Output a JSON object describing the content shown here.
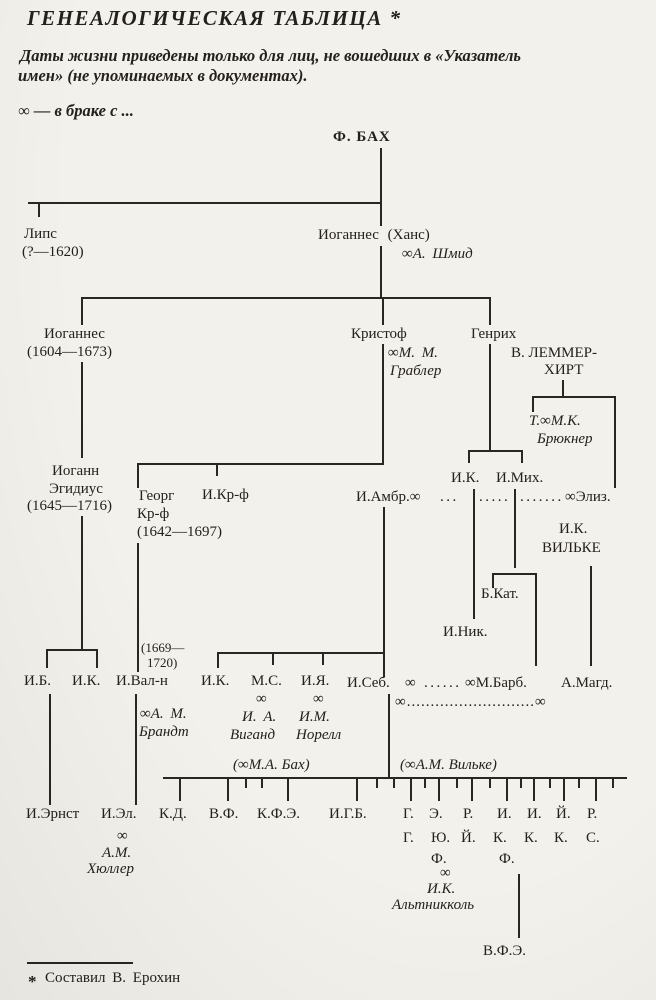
{
  "header": {
    "title": "ГЕНЕАЛОГИЧЕСКАЯ ТАБЛИЦА *",
    "note1": "Даты жизни приведены только для лиц, не вошедших в «Указатель",
    "note2": "имен» (не упоминаемых в документах).",
    "legend": "∞ — в браке с ..."
  },
  "gen0": {
    "root": "Ф. БАХ"
  },
  "gen1": {
    "lips_name": "Липс",
    "lips_dates": "(?—1620)",
    "johannes_name": "Иоганнес (Ханс)",
    "johannes_spouse": "∞А. Шмид"
  },
  "gen2": {
    "johannes_name": "Иоганнес",
    "johannes_dates": "(1604—1673)",
    "christoph_name": "Кристоф",
    "christoph_spouse1": "∞М. М.",
    "christoph_spouse2": "Граблер",
    "heinrich_name": "Генрих",
    "lemmerhirt1": "В. ЛЕММЕР-",
    "lemmerhirt2": "ХИРТ"
  },
  "gen3": {
    "aegidius1": "Иоганн",
    "aegidius2": "Эгидиус",
    "aegidius3": "(1645—1716)",
    "georg1": "Георг",
    "georg2": "Кр-ф",
    "georg3": "(1642—1697)",
    "ikrf": "И.Кр-ф",
    "ambrosius": "И.Амбр.∞",
    "dots_a": "...",
    "dots_b": ".....",
    "dots_c": ".......",
    "ik": "И.К.",
    "imich": "И.Мих.",
    "eliz": "∞Элиз.",
    "bruckner1": "Т.∞М.К.",
    "bruckner2": "Брюкнер",
    "wilcke1": "И.К.",
    "wilcke2": "ВИЛЬКЕ"
  },
  "gen4": {
    "bkat": "Б.Кат.",
    "inik": "И.Ник.",
    "valentin_dates1": "(1669—",
    "valentin_dates2": "1720)",
    "ib": "И.Б.",
    "ik": "И.К.",
    "ivaln": "И.Вал-н",
    "ik2": "И.К.",
    "ms": "М.С.",
    "iya": "И.Я.",
    "iseb": "И.Себ.",
    "iseb_inf": "∞",
    "dots": "......",
    "mbarb": "∞М.Барб.",
    "amagd": "А.Магд.",
    "ms_inf": "∞",
    "iya_inf": "∞",
    "marriage2": "∞...........................∞",
    "brandt1": "∞А. М.",
    "brandt2": "Брандт",
    "wiegand1": "И. А.",
    "wiegand2": "Виганд",
    "norell1": "И.М.",
    "norell2": "Норелл",
    "m1": "(∞М.А. Бах)",
    "m2": "(∞А.М. Вильке)"
  },
  "gen5": {
    "iernst": "И.Эрнст",
    "iel": "И.Эл.",
    "hyuller1": "∞",
    "hyuller2": "А.М.",
    "hyuller3": "Хюллер",
    "kd": "К.Д.",
    "vf": "В.Ф.",
    "kfe": "К.Ф.Э.",
    "igb": "И.Г.Б.",
    "c1a": "Г.",
    "c1b": "Г.",
    "c2a": "Э.",
    "c2b": "Ю.",
    "c2c": "Ф.",
    "c3a": "Р.",
    "c3b": "Й.",
    "c4a": "И.",
    "c4b": "К.",
    "c4c": "Ф.",
    "c5a": "И.",
    "c5b": "К.",
    "c6a": "Й.",
    "c6b": "К.",
    "c7a": "Р.",
    "c7b": "С.",
    "alt_inf": "∞",
    "alt1": "И.К.",
    "alt2": "Альтникколь"
  },
  "gen6": {
    "vfe": "В.Ф.Э."
  },
  "footnote": {
    "marker": "*",
    "text": "Составил В. Ерохин"
  }
}
